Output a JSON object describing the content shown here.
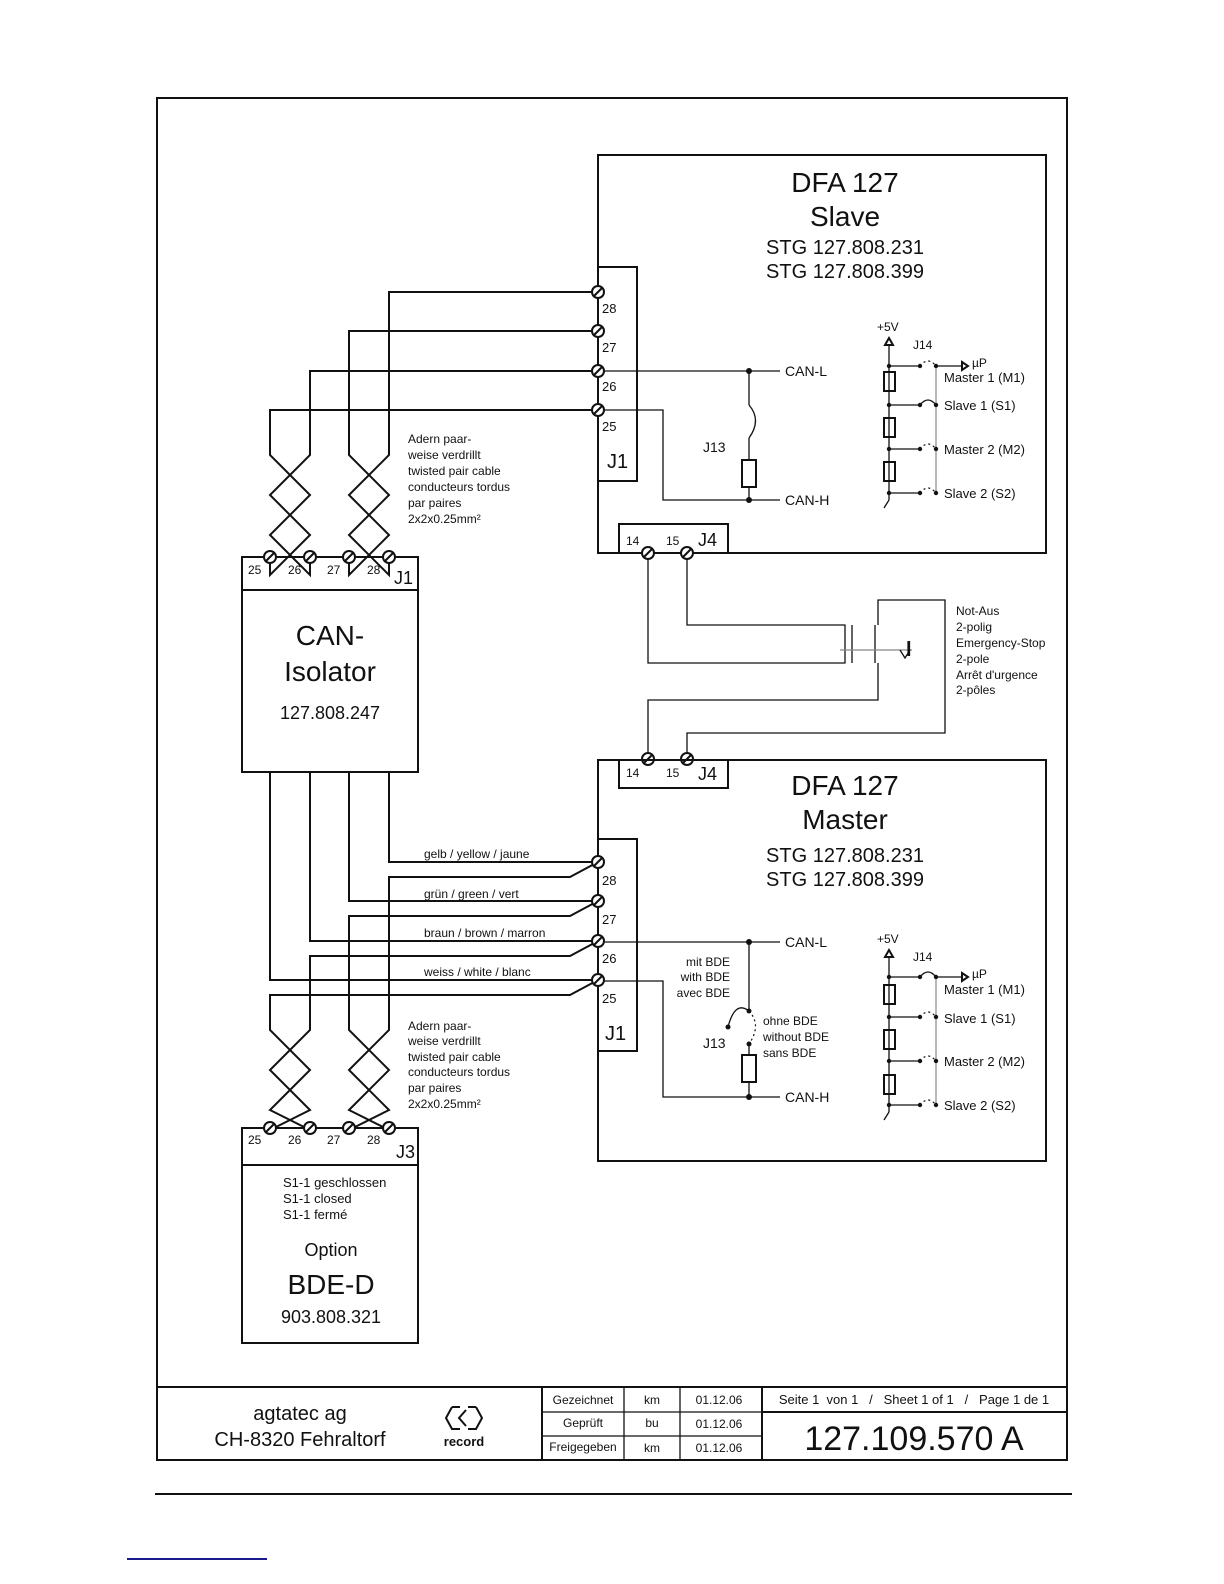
{
  "slave": {
    "title": "DFA 127",
    "role": "Slave",
    "stg1": "STG 127.808.231",
    "stg2": "STG 127.808.399",
    "connector_j1": "J1",
    "connector_j4": "J4",
    "j1_pins": [
      "28",
      "27",
      "26",
      "25"
    ],
    "j4_pins": [
      "14",
      "15"
    ],
    "jumper_j13": "J13",
    "can_l": "CAN-L",
    "can_h": "CAN-H",
    "supply": "+5V",
    "jumper_j14": "J14",
    "up": "µP",
    "j14_positions": [
      "Master 1 (M1)",
      "Slave 1 (S1)",
      "Master 2 (M2)",
      "Slave 2 (S2)"
    ],
    "j14_selected": "Slave 1 (S1)"
  },
  "master": {
    "title": "DFA 127",
    "role": "Master",
    "stg1": "STG 127.808.231",
    "stg2": "STG 127.808.399",
    "connector_j1": "J1",
    "connector_j4": "J4",
    "j1_pins": [
      "28",
      "27",
      "26",
      "25"
    ],
    "j4_pins": [
      "14",
      "15"
    ],
    "jumper_j13": "J13",
    "can_l": "CAN-L",
    "can_h": "CAN-H",
    "with_bde": [
      "mit BDE",
      "with BDE",
      "avec BDE"
    ],
    "without_bde": [
      "ohne BDE",
      "without BDE",
      "sans BDE"
    ],
    "supply": "+5V",
    "jumper_j14": "J14",
    "up": "µP",
    "j14_positions": [
      "Master 1 (M1)",
      "Slave 1 (S1)",
      "Master 2 (M2)",
      "Slave 2 (S2)"
    ],
    "j14_selected": "Master 1 (M1)"
  },
  "can_isolator": {
    "title_line1": "CAN-",
    "title_line2": "Isolator",
    "part_no": "127.808.247",
    "connector": "J1",
    "pins": [
      "25",
      "26",
      "27",
      "28"
    ]
  },
  "bde": {
    "notes": [
      "S1-1 geschlossen",
      "S1-1 closed",
      "S1-1 fermé"
    ],
    "option": "Option",
    "title": "BDE-D",
    "part_no": "903.808.321",
    "connector": "J3",
    "pins": [
      "25",
      "26",
      "27",
      "28"
    ]
  },
  "cable_note": [
    "Adern paar-",
    "weise verdrillt",
    "twisted pair cable",
    "conducteurs tordus",
    "par paires",
    "2x2x0.25mm²"
  ],
  "wire_colors": [
    "gelb / yellow / jaune",
    "grün / green / vert",
    "braun / brown / marron",
    "weiss / white / blanc"
  ],
  "emergency_stop": [
    "Not-Aus",
    "2-polig",
    "Emergency-Stop",
    "2-pole",
    "Arrêt d'urgence",
    "2-pôles"
  ],
  "title_block": {
    "company": "agtatec ag",
    "address": "CH-8320 Fehraltorf",
    "logo_text": "record",
    "rows": [
      {
        "label": "Gezeichnet",
        "initials": "km",
        "date": "01.12.06"
      },
      {
        "label": "Geprüft",
        "initials": "bu",
        "date": "01.12.06"
      },
      {
        "label": "Freigegeben",
        "initials": "km",
        "date": "01.12.06"
      }
    ],
    "sheet": "Seite 1  von 1   /   Sheet 1 of 1   /   Page 1 de 1",
    "drawing_no": "127.109.570 A"
  }
}
